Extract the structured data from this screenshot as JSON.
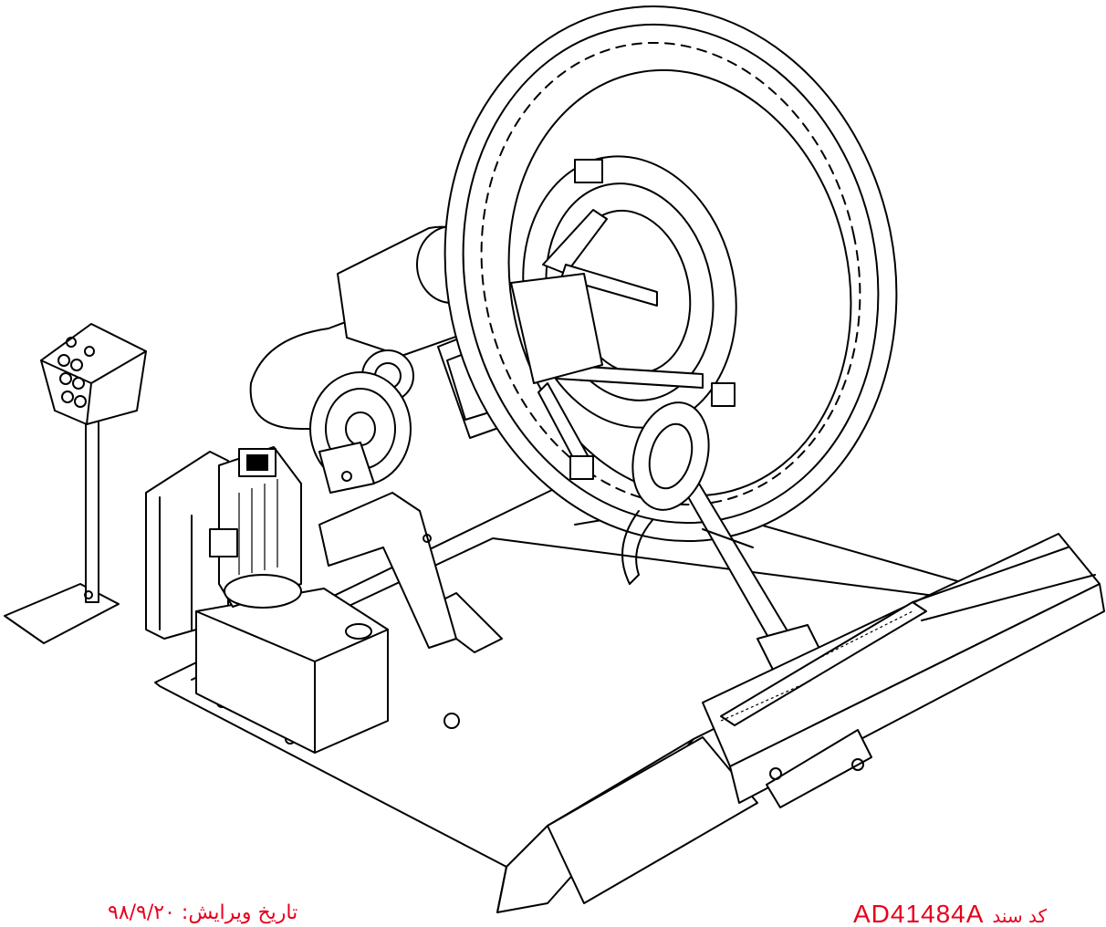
{
  "footer": {
    "date_label": "تاریخ ویرایش",
    "date_value": "۹۸/۹/۲۰",
    "code_label": "کد سند",
    "code_value": "AD41484A"
  },
  "colors": {
    "line": "#000000",
    "caption": "#e8001c",
    "background": "#ffffff"
  },
  "parts": [
    "control-pedestal",
    "base-platform",
    "hydraulic-tank",
    "electric-motor",
    "electrical-cabinet",
    "swing-arm",
    "gearbox",
    "wheel-clamp",
    "truck-tire",
    "tool-carriage",
    "tool-arm"
  ]
}
